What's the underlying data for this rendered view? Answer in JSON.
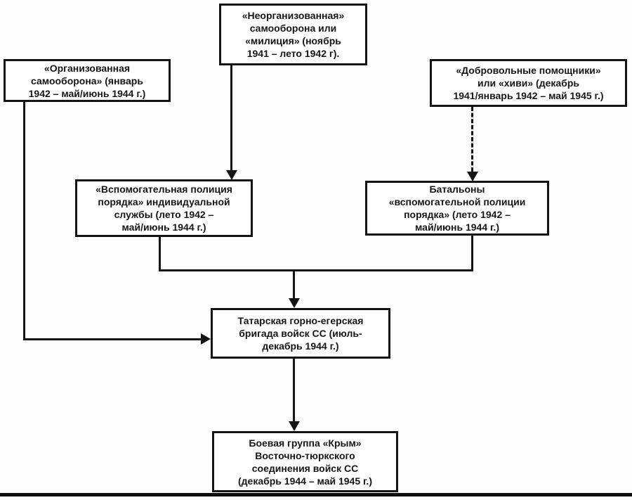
{
  "diagram": {
    "title_hint": "Flow chart of Crimean collaborationist formations 1941-1945",
    "colors": {
      "background": "#fdfdfd",
      "line": "#141414",
      "box_border": "#141414",
      "text": "#161616"
    },
    "nodes": [
      {
        "id": "unorganized-militia",
        "text": "«Неорганизованная»\nсамооборона или\n«милиция» (ноябрь\n1941 – лето 1942 г)."
      },
      {
        "id": "organized-self-defense",
        "text": "«Организованная\nсамооборона» (январь\n1942 – май/июнь 1944 г.)"
      },
      {
        "id": "hiwi-helpers",
        "text": "«Добровольные помощники»\nили «хиви» (декабрь\n1941/январь 1942 – май 1945 г.)"
      },
      {
        "id": "aux-police-individual",
        "text": "«Вспомогательная полиция\nпорядка» индивидуальной\nслужбы (лето 1942 –\nмай/июнь 1944 г.)"
      },
      {
        "id": "aux-police-battalions",
        "text": "Батальоны\n«вспомогательной полиции\nпорядка» (лето 1942 –\nмай/июнь 1944 г.)"
      },
      {
        "id": "tatar-mountain-brigade",
        "text": "Татарская горно-егерская\nбригада войск СС (июль-\nдекабрь 1944 г.)"
      },
      {
        "id": "kampfgruppe-krym",
        "text": "Боевая группа «Крым»\nВосточно-тюркского\nсоединения войск СС\n(декабрь 1944 – май 1945 г.)"
      }
    ],
    "edges": [
      {
        "from": "unorganized-militia",
        "to": "aux-police-individual",
        "style": "solid-arrow"
      },
      {
        "from": "hiwi-helpers",
        "to": "aux-police-battalions",
        "style": "dashed-arrow"
      },
      {
        "from": "organized-self-defense",
        "to": "tatar-mountain-brigade",
        "style": "solid-arrow"
      },
      {
        "from": "aux-police-individual",
        "to": "tatar-mountain-brigade",
        "style": "solid-arrow-merged"
      },
      {
        "from": "aux-police-battalions",
        "to": "tatar-mountain-brigade",
        "style": "solid-arrow-merged"
      },
      {
        "from": "tatar-mountain-brigade",
        "to": "kampfgruppe-krym",
        "style": "solid-arrow"
      }
    ]
  }
}
